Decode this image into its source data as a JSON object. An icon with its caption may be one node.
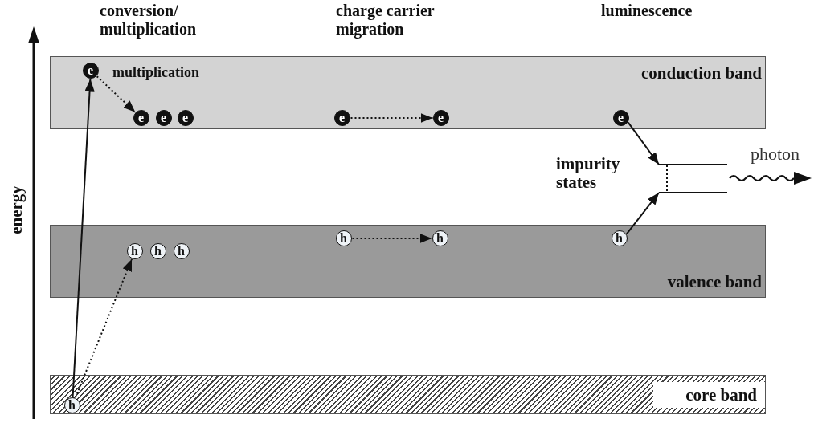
{
  "diagram": {
    "nodes": [
      {
        "text": [
          "conduction band"
        ]
      },
      {
        "text": [
          "e"
        ],
        "in": 0
      },
      {
        "text": [
          "e"
        ],
        "in": 0
      },
      {
        "text": [
          "e"
        ],
        "in": 0
      },
      {
        "text": [
          "e"
        ],
        "in": 0
      },
      {
        "text": [
          "e"
        ],
        "in": 0
      },
      {
        "text": [
          "e"
        ],
        "in": 0
      },
      {
        "text": [
          "e"
        ],
        "in": 0
      },
      {
        "text": [
          "valence band"
        ]
      },
      {
        "text": [
          "h"
        ],
        "in": 8
      },
      {
        "text": [
          "h"
        ],
        "in": 8
      },
      {
        "text": [
          "h"
        ],
        "in": 8
      },
      {
        "text": [
          "h"
        ],
        "in": 8
      },
      {
        "text": [
          "h"
        ],
        "in": 8
      },
      {
        "text": [
          "h"
        ],
        "in": 8
      },
      {
        "text": [
          "core band"
        ]
      },
      {
        "text": [
          "h"
        ],
        "in": 15
      },
      {
        "text": [],
        "shape": "bar"
      },
      {
        "text": [],
        "shape": "bar"
      }
    ],
    "edges": [
      {
        "from": 16,
        "to": 1,
        "arrow": "to"
      },
      {
        "from": 16,
        "to": 9,
        "arrow": "to",
        "style": "dashed"
      },
      {
        "from": 1,
        "to": 2,
        "arrow": "to",
        "style": "dashed"
      },
      {
        "from": 5,
        "to": 6,
        "arrow": "to",
        "style": "dashed"
      },
      {
        "from": 12,
        "to": 13,
        "arrow": "to",
        "style": "dashed"
      },
      {
        "from": 7,
        "to": 17,
        "arrow": "to"
      },
      {
        "from": 14,
        "to": 18,
        "arrow": "to"
      },
      {
        "from": 17,
        "to": 18,
        "arrow": "none",
        "style": "dashed"
      }
    ],
    "labels": [
      "conversion/ multiplication",
      "charge carrier migration",
      "luminescence",
      "multiplication",
      "impurity states",
      "photon",
      "energy"
    ]
  }
}
